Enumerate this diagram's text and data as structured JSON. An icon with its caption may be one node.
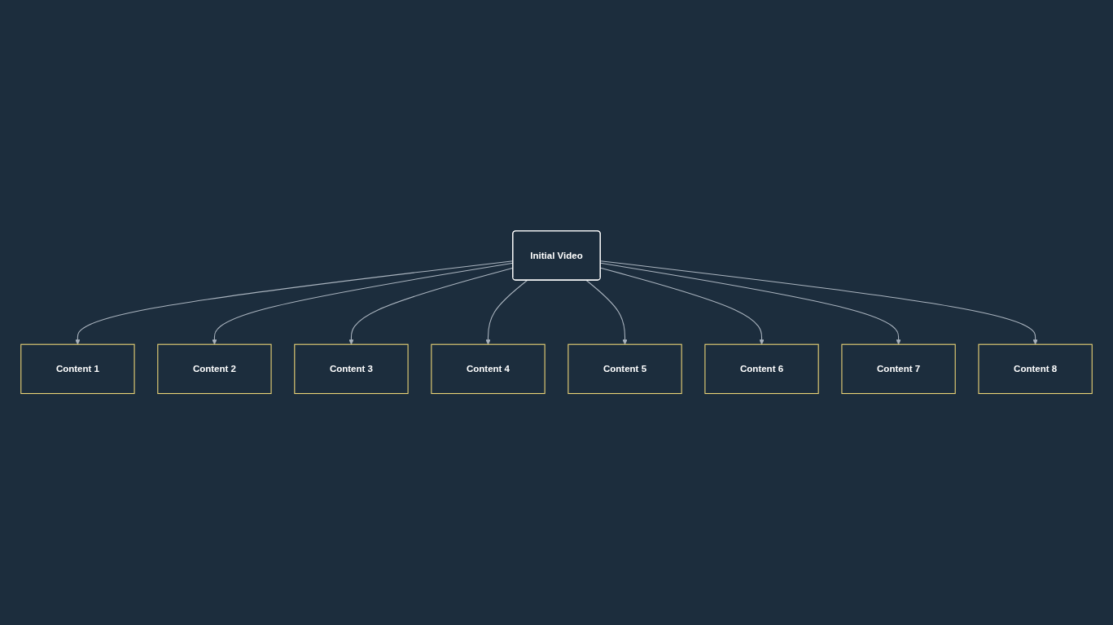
{
  "diagram": {
    "nodes": [
      {
        "text": [
          "Initial Video"
        ]
      },
      {
        "text": [
          "Content 1"
        ]
      },
      {
        "text": [
          "Content 2"
        ]
      },
      {
        "text": [
          "Content 3"
        ]
      },
      {
        "text": [
          "Content 4"
        ]
      },
      {
        "text": [
          "Content 5"
        ]
      },
      {
        "text": [
          "Content 6"
        ]
      },
      {
        "text": [
          "Content 7"
        ]
      },
      {
        "text": [
          "Content 8"
        ]
      }
    ],
    "edges": [
      {
        "from": 0,
        "to": 1,
        "arrow": "to"
      },
      {
        "from": 0,
        "to": 2,
        "arrow": "to"
      },
      {
        "from": 0,
        "to": 3,
        "arrow": "to"
      },
      {
        "from": 0,
        "to": 4,
        "arrow": "to"
      },
      {
        "from": 0,
        "to": 5,
        "arrow": "to"
      },
      {
        "from": 0,
        "to": 6,
        "arrow": "to"
      },
      {
        "from": 0,
        "to": 7,
        "arrow": "to"
      },
      {
        "from": 0,
        "to": 8,
        "arrow": "to"
      }
    ]
  }
}
